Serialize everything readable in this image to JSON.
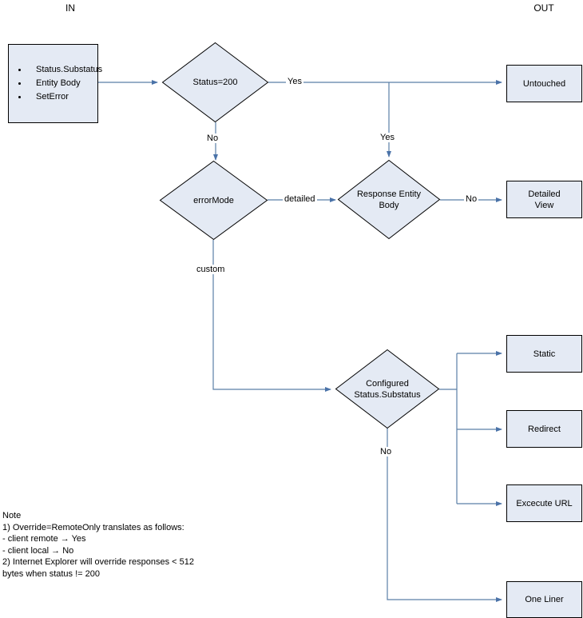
{
  "diagram": {
    "columns": {
      "in_label": "IN",
      "out_label": "OUT"
    },
    "input_node": {
      "items": [
        "Status.Substatus",
        "Entity Body",
        "SetError"
      ]
    },
    "decisions": {
      "status_200": "Status=200",
      "error_mode": "errorMode",
      "response_entity_body": "Response Entity\nBody",
      "configured_status": "Configured\nStatus.Substatus"
    },
    "outputs": {
      "untouched": "Untouched",
      "detailed_view": "Detailed\nView",
      "static": "Static",
      "redirect": "Redirect",
      "execute_url": "Excecute URL",
      "one_liner": "One Liner"
    },
    "edge_labels": {
      "status_yes": "Yes",
      "status_no": "No",
      "reb_yes": "Yes",
      "reb_no": "No",
      "error_detailed": "detailed",
      "error_custom": "custom",
      "configured_no": "No"
    },
    "note": "Note\n1) Override=RemoteOnly translates as follows:\n- client remote → Yes\n- client local → No\n2) Internet Explorer will override responses < 512\nbytes when status != 200",
    "colors": {
      "shape_fill": "#e4eaf4",
      "shape_stroke": "#000000",
      "connector": "#5b7fa6",
      "text": "#000000",
      "background": "#ffffff"
    }
  }
}
